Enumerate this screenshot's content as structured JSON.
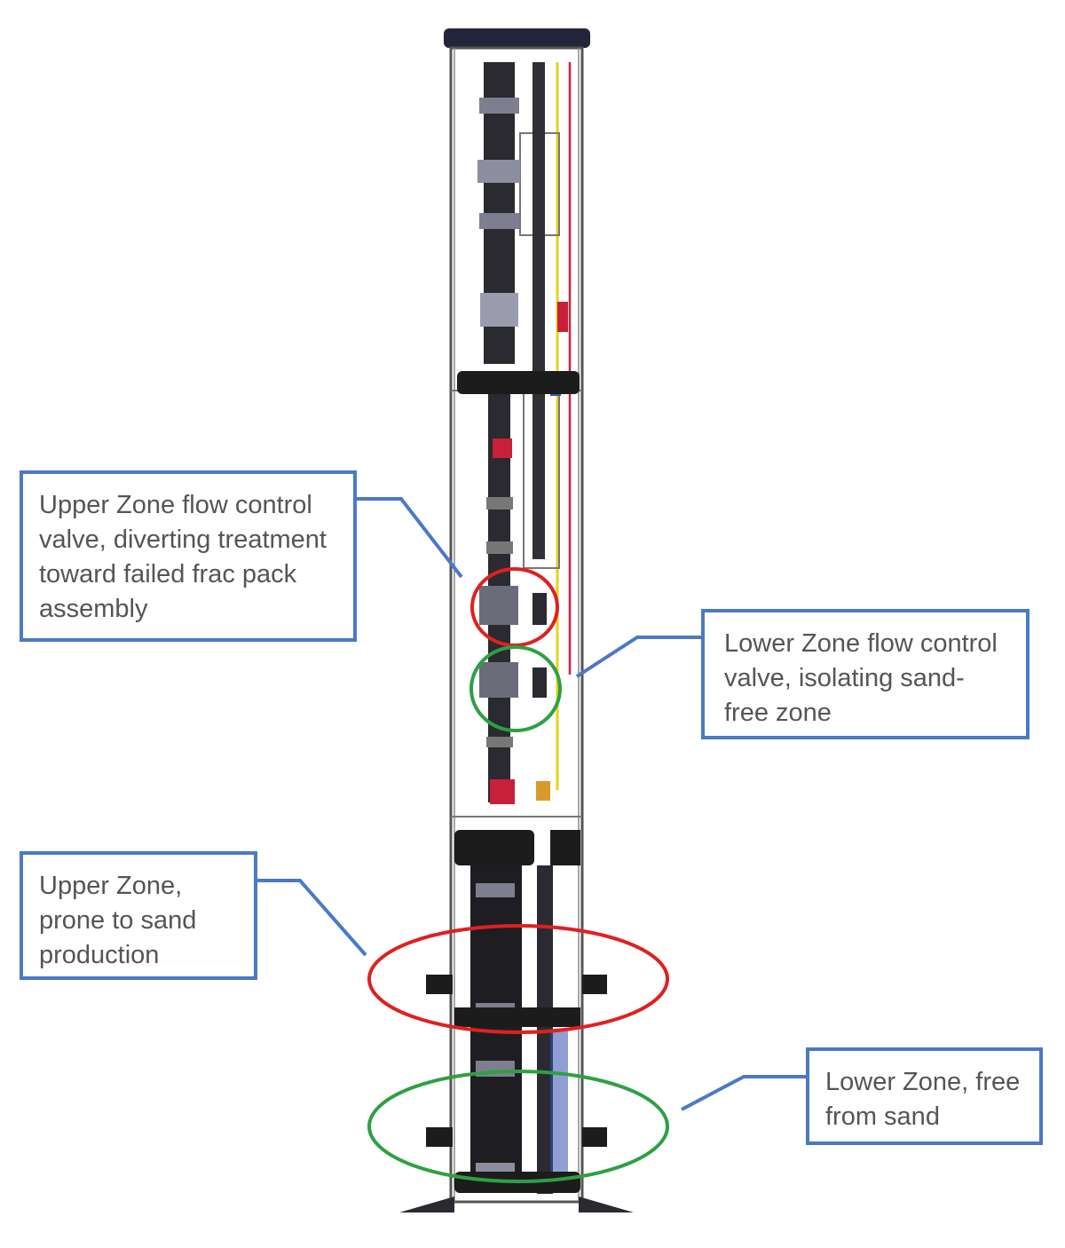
{
  "callouts": {
    "upper_valve": "Upper Zone flow control valve, diverting treatment toward failed frac pack assembly",
    "lower_valve": "Lower Zone flow control valve, isolating sand-free zone",
    "upper_zone": "Upper Zone, prone to sand production",
    "lower_zone": "Lower Zone, free from sand"
  },
  "colors": {
    "callout_border": "#4b79c6",
    "leader_line": "#4b79c6",
    "highlight_red": "#e02020",
    "highlight_green": "#2ea043",
    "casing": "#555555",
    "tool_dark": "#1c1c1c",
    "control_line_yellow": "#e8d21a",
    "control_line_red": "#d0203a"
  }
}
